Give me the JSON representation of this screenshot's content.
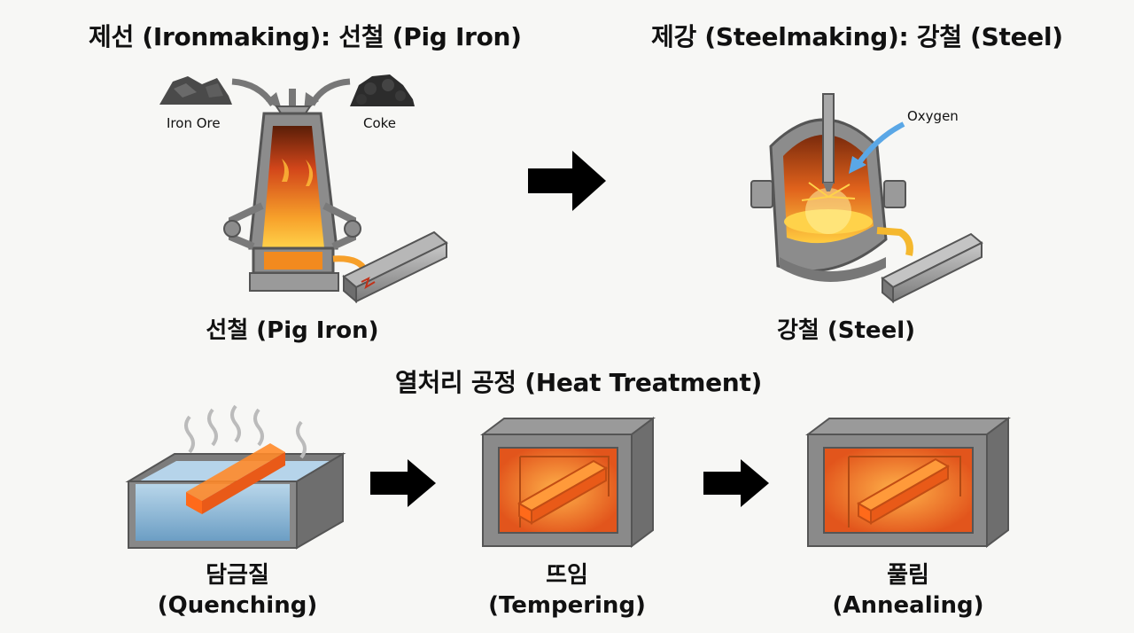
{
  "ironmaking": {
    "title": "제선 (Ironmaking): 선철 (Pig Iron)",
    "input_ore": "Iron Ore",
    "input_coke": "Coke",
    "product_label": "선철 (Pig Iron)"
  },
  "steelmaking": {
    "title": "제강 (Steelmaking): 강철 (Steel)",
    "gas_label": "Oxygen",
    "product_label": "강철 (Steel)"
  },
  "heat_treatment": {
    "title": "열처리 공정 (Heat Treatment)",
    "steps": [
      {
        "ko": "담금질",
        "en": "(Quenching)"
      },
      {
        "ko": "뜨임",
        "en": "(Tempering)"
      },
      {
        "ko": "풀림",
        "en": "(Annealing)"
      }
    ]
  },
  "colors": {
    "steel_gray": "#8a8a8a",
    "molten_orange": "#f28a1e",
    "water_blue": "#8fb8d8",
    "arrow": "#000000"
  }
}
